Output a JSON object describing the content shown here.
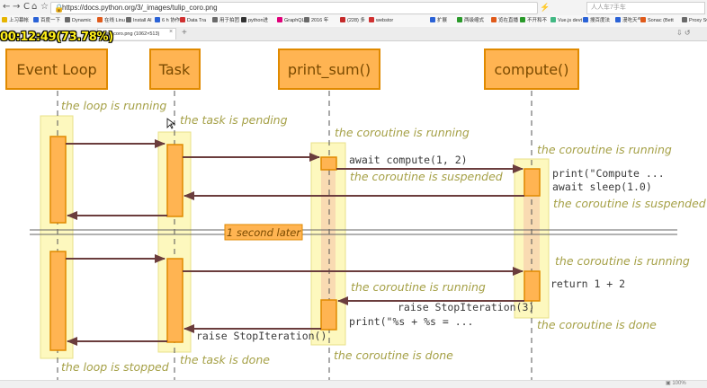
{
  "browser": {
    "nav_back": "←",
    "nav_forward": "→",
    "nav_reload": "C",
    "nav_home": "⌂",
    "nav_star": "☆",
    "url": "https://docs.python.org/3/_images/tulip_coro.png",
    "address_lock": "🔒",
    "address_right": "⚡",
    "search_placeholder": "人人车7手车",
    "tab_title": "tulip_coro.png (1062×513)",
    "tab_close": "×",
    "tab_new": "+",
    "tabbar_right": "⇩ ↺",
    "bookmarks": [
      {
        "label": "上习幕帐",
        "color": "#e6b400"
      },
      {
        "label": "百度一下",
        "color": "#2a62d6"
      },
      {
        "label": "Dynamic",
        "color": "#6a6a6a"
      },
      {
        "label": "在线 Linu",
        "color": "#e05a1a"
      },
      {
        "label": "Install Al",
        "color": "#6a6a6a"
      },
      {
        "label": "6 h 协作",
        "color": "#2a62d6"
      },
      {
        "label": "Data Tra",
        "color": "#d03030"
      },
      {
        "label": "用于拍团",
        "color": "#6a6a6a"
      },
      {
        "label": "python进",
        "color": "#333333"
      },
      {
        "label": "GraphQL",
        "color": "#e0007a"
      },
      {
        "label": "2016 年",
        "color": "#6a6a6a"
      },
      {
        "label": "(228) 多",
        "color": "#c52a2a"
      },
      {
        "label": "webstor",
        "color": "#d03030"
      },
      {
        "label": "扩展",
        "color": "#2a62d6"
      },
      {
        "label": "两级缩式",
        "color": "#2a9a2a"
      },
      {
        "label": "览在直播",
        "color": "#e05a1a"
      },
      {
        "label": "不开和不",
        "color": "#2a9a2a"
      },
      {
        "label": "Vue.js devt",
        "color": "#41b883"
      },
      {
        "label": "搜百度法",
        "color": "#2a62d6"
      },
      {
        "label": "漫吃天气",
        "color": "#2a62d6"
      },
      {
        "label": "Sonac (Bett",
        "color": "#e05a1a"
      },
      {
        "label": "Proxy Sw",
        "color": "#6a6a6a"
      }
    ]
  },
  "overlay": {
    "timer": "00:12:49(73.78%)"
  },
  "diagram": {
    "actors": [
      "Event Loop",
      "Task",
      "print_sum()",
      "compute()"
    ],
    "notes": {
      "loop_running": "the loop is running",
      "task_pending": "the task is pending",
      "coro_running_1": "the coroutine is running",
      "coro_running_2": "the coroutine is running",
      "coro_suspended_1": "the coroutine is suspended",
      "coro_suspended_2": "the coroutine is suspended",
      "coro_running_3": "the coroutine is running",
      "coro_running_4": "the coroutine is running",
      "coro_done_1": "the coroutine is done",
      "coro_done_2": "the coroutine is done",
      "loop_stopped": "the loop is stopped",
      "task_done": "the task is done"
    },
    "separator_label": "1 second later",
    "code": {
      "await_compute": "await compute(1, 2)",
      "print_compute": "print(\"Compute ...",
      "await_sleep": "await sleep(1.0)",
      "return": "return 1 + 2",
      "raise_stop_3": "raise StopIteration(3)",
      "print_sum": "print(\"%s + %s = ...",
      "raise_stop": "raise StopIteration()"
    },
    "colors": {
      "box_fill": "#ffb452",
      "box_border": "#e08a00",
      "band_fill": "#fdf8be",
      "band_border": "#e8e08a",
      "arrow": "#6b3d3d",
      "note": "#a5a046"
    }
  },
  "status": {
    "left": "",
    "right": "▣ 100%"
  }
}
